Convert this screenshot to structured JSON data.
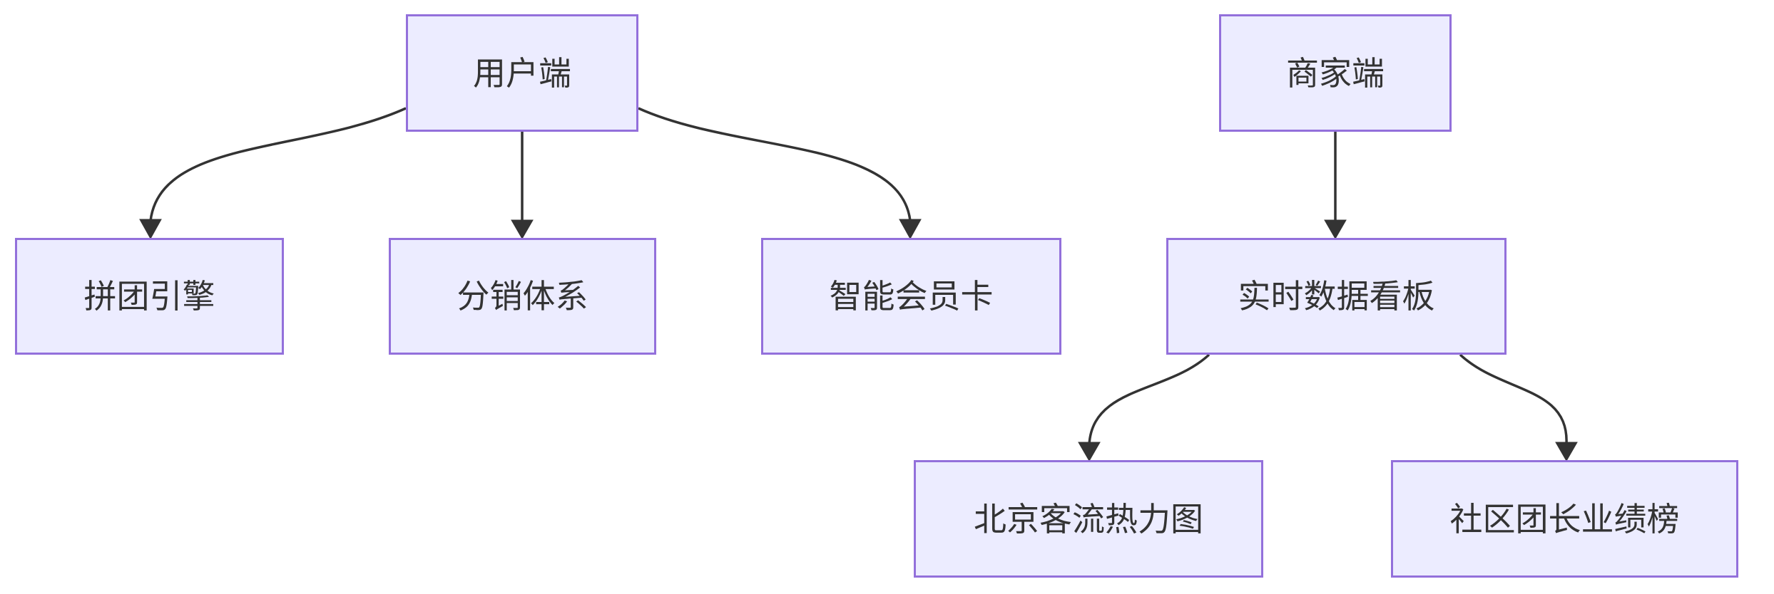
{
  "diagram": {
    "type": "flowchart",
    "direction": "top-down",
    "background_color": "#FFFFFF",
    "node_style": {
      "fill_color": "#ECECFF",
      "border_color": "#9370DB",
      "text_color": "#333333"
    },
    "edge_style": {
      "line_color": "#333333",
      "arrowhead": "filled-triangle"
    },
    "nodes": [
      {
        "id": "user-client",
        "label": "用户端"
      },
      {
        "id": "merchant-client",
        "label": "商家端"
      },
      {
        "id": "groupbuy-engine",
        "label": "拼团引擎"
      },
      {
        "id": "distribution-system",
        "label": "分销体系"
      },
      {
        "id": "smart-membership-card",
        "label": "智能会员卡"
      },
      {
        "id": "realtime-dashboard",
        "label": "实时数据看板"
      },
      {
        "id": "beijing-heatmap",
        "label": "北京客流热力图"
      },
      {
        "id": "community-leader-ranking",
        "label": "社区团长业绩榜"
      }
    ],
    "edges": [
      {
        "from": "用户端",
        "to": "拼团引擎"
      },
      {
        "from": "用户端",
        "to": "分销体系"
      },
      {
        "from": "用户端",
        "to": "智能会员卡"
      },
      {
        "from": "商家端",
        "to": "实时数据看板"
      },
      {
        "from": "实时数据看板",
        "to": "北京客流热力图"
      },
      {
        "from": "实时数据看板",
        "to": "社区团长业绩榜"
      }
    ]
  }
}
